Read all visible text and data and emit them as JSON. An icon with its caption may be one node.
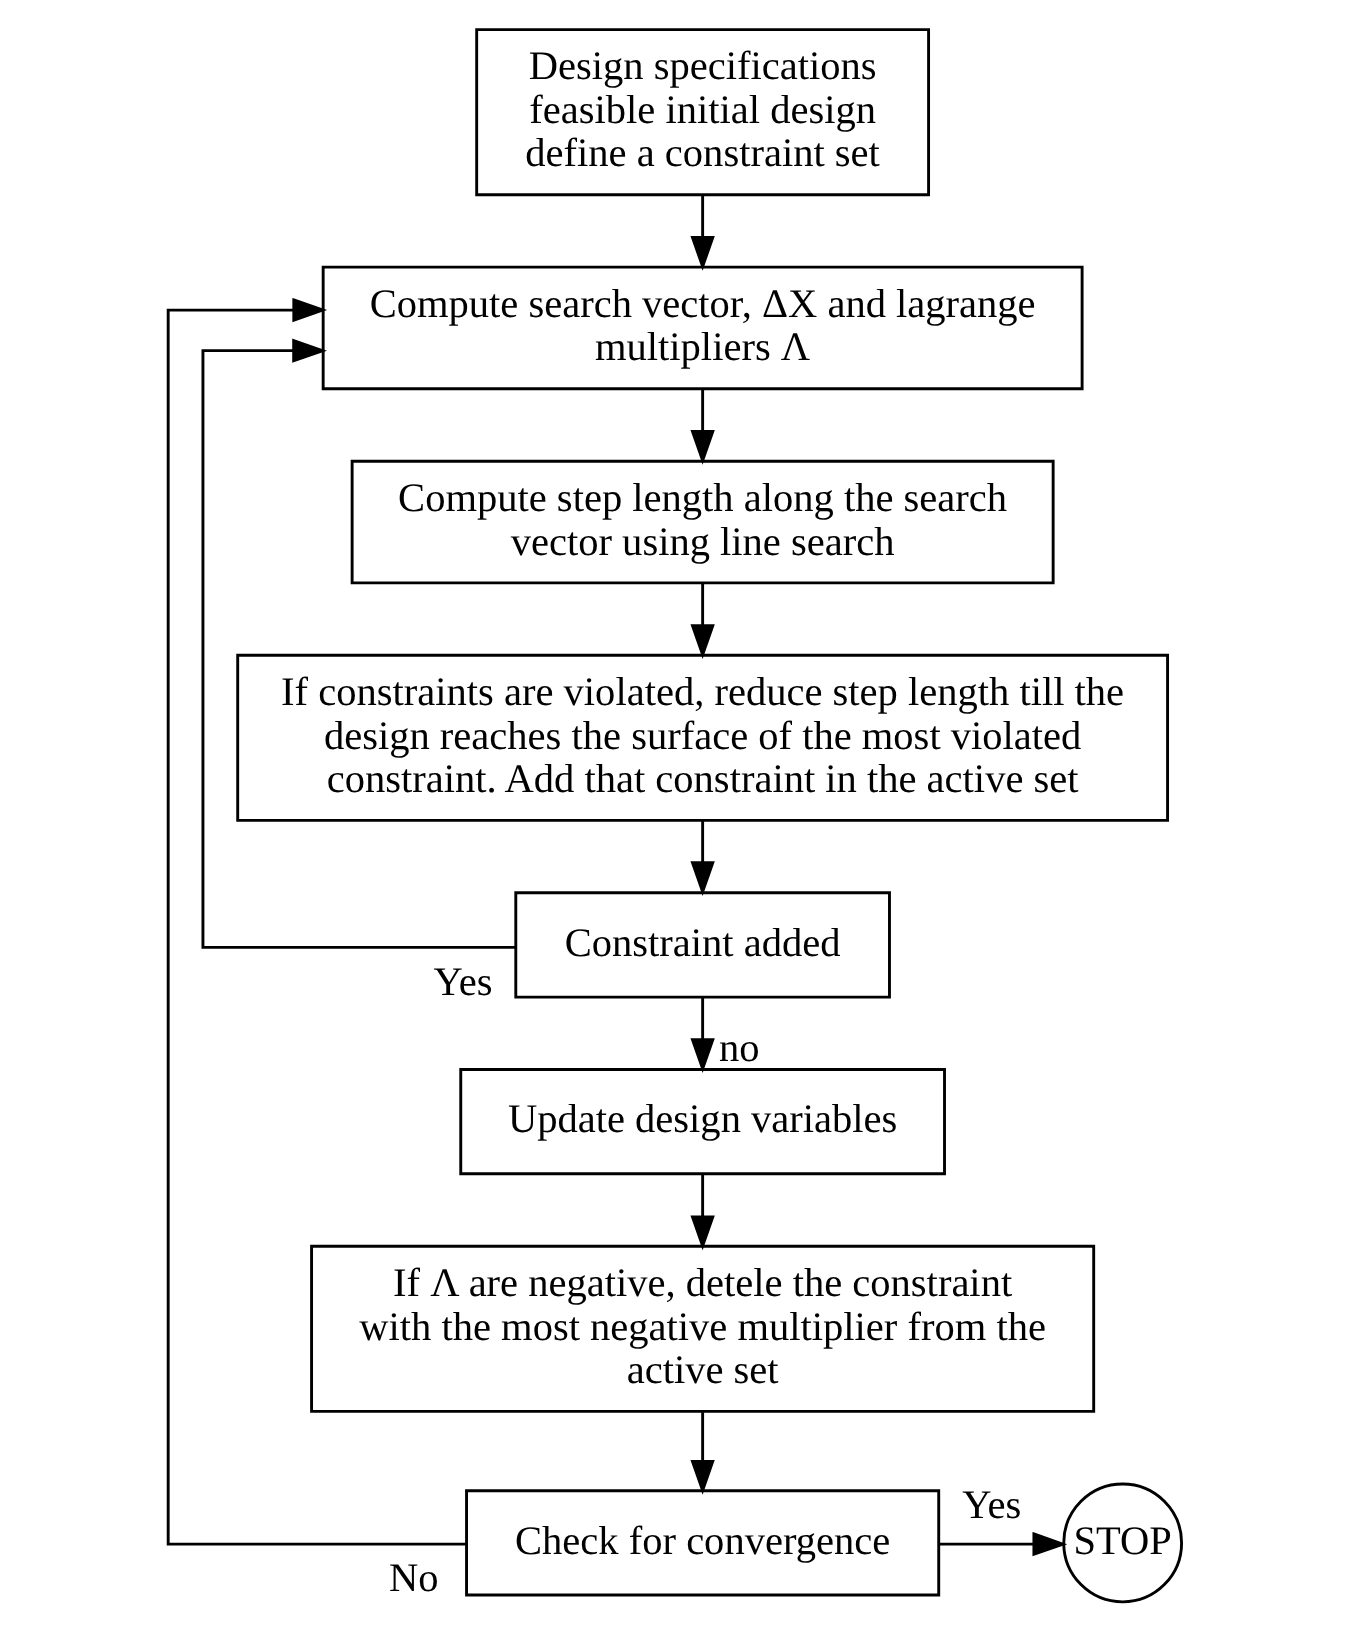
{
  "diagram": {
    "nodes": [
      {
        "text": [
          "Design specifications feasible initial design define a constraint set"
        ]
      },
      {
        "text": [
          "Compute search vector, ΔX and lagrange multipliers Λ"
        ]
      },
      {
        "text": [
          "Compute step length along the search vector using line search"
        ]
      },
      {
        "text": [
          "If constraints are violated, reduce step length till the design reaches the surface of the most violated constraint. Add that constraint in the active set"
        ]
      },
      {
        "text": [
          "Constraint added"
        ]
      },
      {
        "text": [
          "Update design variables"
        ]
      },
      {
        "text": [
          "If Λ are negative, detele the constraint with the most negative multiplier from the active set"
        ]
      },
      {
        "text": [
          "Check for convergence"
        ]
      },
      {
        "text": [
          "STOP"
        ]
      }
    ],
    "edges": [
      {
        "from": 0,
        "to": 1,
        "arrow": "to"
      },
      {
        "from": 1,
        "to": 2,
        "arrow": "to"
      },
      {
        "from": 2,
        "to": 3,
        "arrow": "to"
      },
      {
        "from": 3,
        "to": 4,
        "arrow": "to"
      },
      {
        "from": 4,
        "to": 1,
        "arrow": "to",
        "label": "Yes"
      },
      {
        "from": 4,
        "to": 5,
        "arrow": "to",
        "label": "no"
      },
      {
        "from": 5,
        "to": 6,
        "arrow": "to"
      },
      {
        "from": 6,
        "to": 7,
        "arrow": "to"
      },
      {
        "from": 7,
        "to": 1,
        "arrow": "to",
        "label": "No"
      },
      {
        "from": 7,
        "to": 8,
        "arrow": "to",
        "label": "Yes"
      }
    ]
  }
}
